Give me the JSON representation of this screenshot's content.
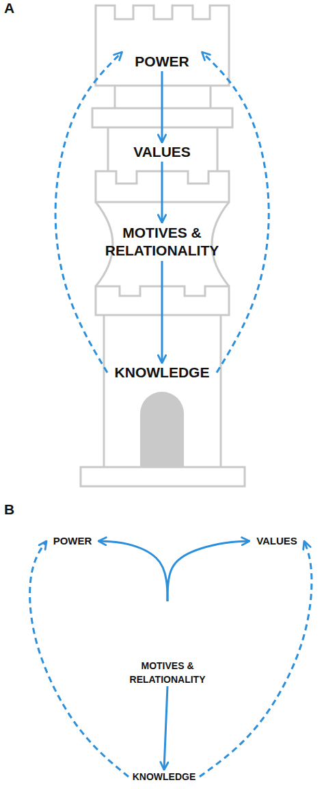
{
  "diagram": {
    "nodes": [
      {
        "text": [
          "POWER"
        ]
      },
      {
        "text": [
          "VALUES"
        ]
      },
      {
        "text": [
          "MOTIVES & RELATIONALITY"
        ]
      },
      {
        "text": [
          "KNOWLEDGE"
        ]
      },
      {
        "text": [
          "POWER"
        ]
      },
      {
        "text": [
          "VALUES"
        ]
      },
      {
        "text": [
          "MOTIVES & RELATIONALITY"
        ]
      },
      {
        "text": [
          "KNOWLEDGE"
        ]
      }
    ],
    "edges": [
      {
        "from": 0,
        "to": 1,
        "arrow": "to"
      },
      {
        "from": 1,
        "to": 2,
        "arrow": "to"
      },
      {
        "from": 2,
        "to": 3,
        "arrow": "to"
      },
      {
        "from": 3,
        "to": 0,
        "arrow": "to"
      },
      {
        "from": 3,
        "to": 0,
        "arrow": "to"
      },
      {
        "from": 6,
        "to": 4,
        "arrow": "to"
      },
      {
        "from": 6,
        "to": 5,
        "arrow": "to"
      },
      {
        "from": 6,
        "to": 7,
        "arrow": "to"
      },
      {
        "from": 7,
        "to": 4,
        "arrow": "to"
      },
      {
        "from": 7,
        "to": 5,
        "arrow": "to"
      }
    ],
    "labels": [
      "A",
      "B"
    ]
  }
}
